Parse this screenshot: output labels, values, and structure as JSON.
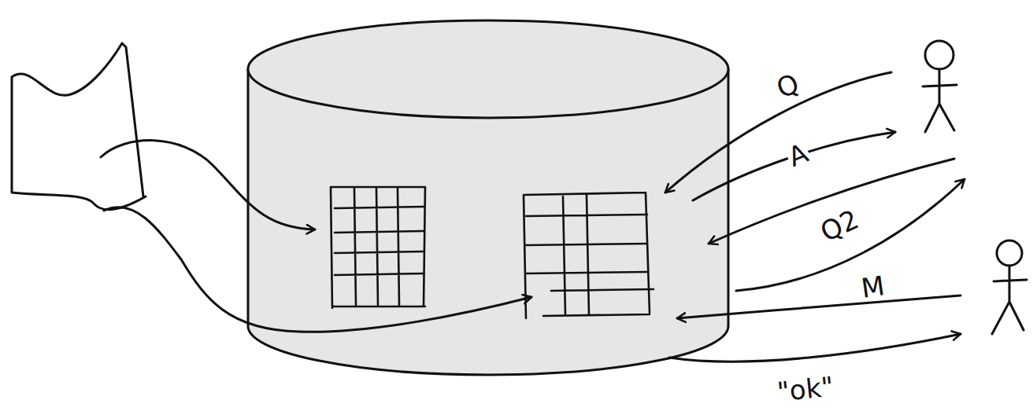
{
  "diagram": {
    "labels": [
      "Q",
      "A",
      "Q2",
      "M",
      "\"ok\""
    ]
  }
}
